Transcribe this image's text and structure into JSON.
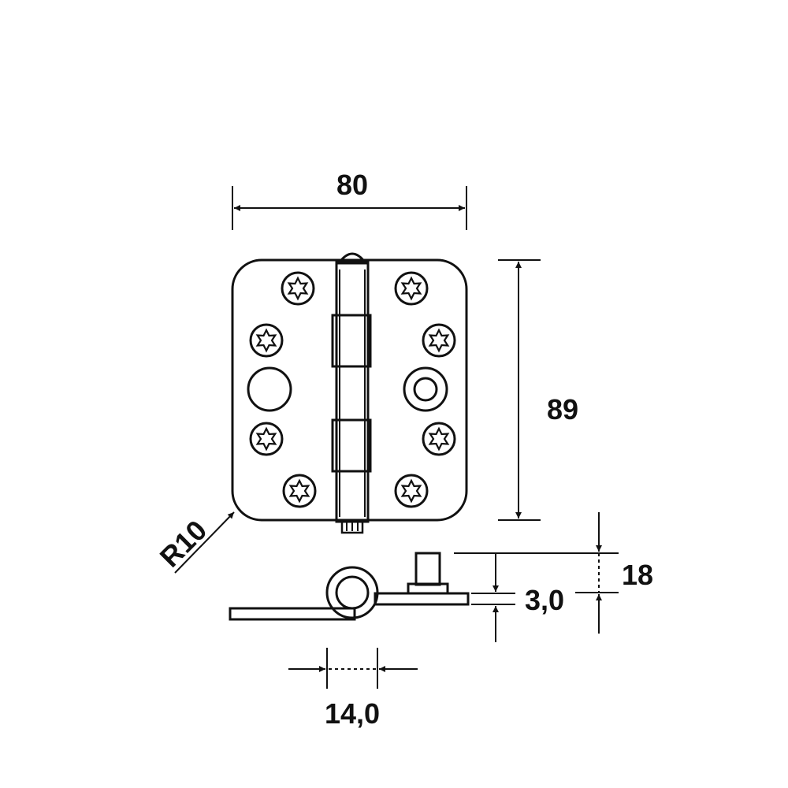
{
  "colors": {
    "line": "#111111",
    "background": "#ffffff"
  },
  "dimensions": {
    "width": "80",
    "height": "89",
    "radius": "R10",
    "thickness_total": "18",
    "plate_thickness": "3,0",
    "knuckle_diameter": "14,0"
  }
}
